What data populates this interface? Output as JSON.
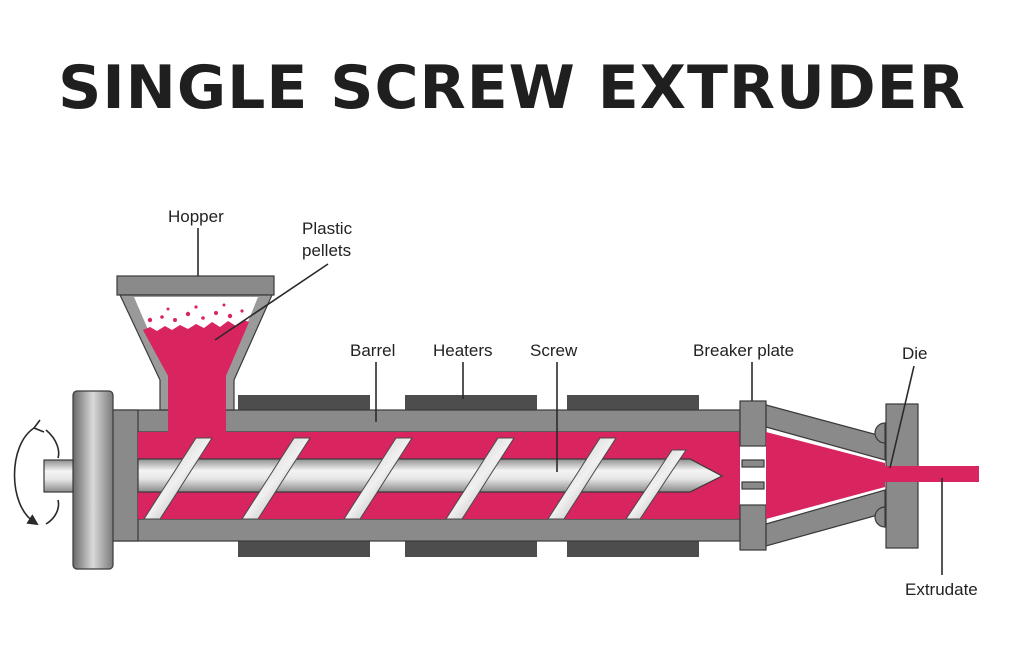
{
  "diagram": {
    "title": "SINGLE SCREW EXTRUDER",
    "labels": {
      "hopper": "Hopper",
      "pellets_line1": "Plastic",
      "pellets_line2": "pellets",
      "barrel": "Barrel",
      "heaters": "Heaters",
      "screw": "Screw",
      "breaker_plate": "Breaker plate",
      "die": "Die",
      "extrudate": "Extrudate"
    },
    "colors": {
      "melt": "#d8245f",
      "steel": "#8a8a8a",
      "steel_dark": "#5c5c5c",
      "heater": "#4d4d4d",
      "screw_light": "#f2f2f2",
      "screw_shadow": "#9c9c9c"
    },
    "icons": {
      "rotation": "rotation-arrow-icon"
    }
  }
}
